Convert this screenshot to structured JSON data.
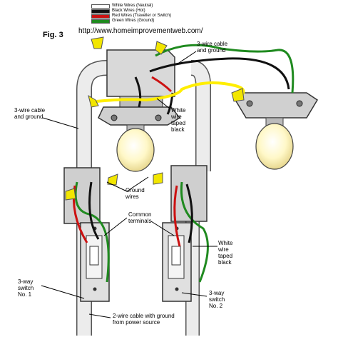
{
  "figure_label": "Fig. 3",
  "url": "http://www.homeimprovementweb.com/",
  "legend": [
    {
      "label": "White Wires (Neutral)",
      "color": "#ffffff"
    },
    {
      "label": "Black Wires (Hot)",
      "color": "#111111"
    },
    {
      "label": "Red Wires (Traveller or Switch)",
      "color": "#cc1111"
    },
    {
      "label": "Green Wires (Ground)",
      "color": "#1f8a1f"
    }
  ],
  "labels": {
    "cable_3wire_top": "3-wire cable\nand ground",
    "cable_3wire_left": "3-wire cable\nand ground",
    "white_taped_top": "White\nwire\ntaped\nblack",
    "ground_wires": "Ground\nwires",
    "common_terminals": "Common\nterminals",
    "white_taped_bottom": "White\nwire\ntaped\nblack",
    "switch1": "3-way\nswitch\nNo. 1",
    "switch2": "3-way\nswitch\nNo. 2",
    "power_source": "2-wire cable with ground\nfrom power source"
  },
  "colors": {
    "yellow_cap": "#f2e600",
    "wire_yellow": "#ffee00",
    "cable_gray": "#e8e8e8",
    "box_gray": "#cfcfcf"
  }
}
